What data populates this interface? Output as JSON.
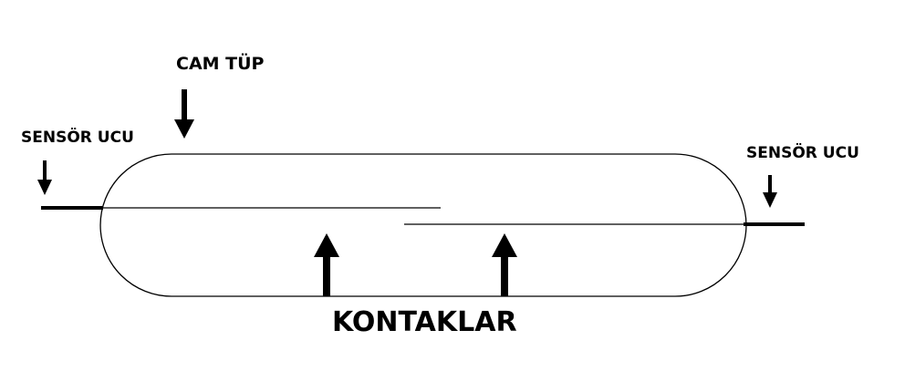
{
  "diagram": {
    "glass_tube_label": "CAM TÜP",
    "sensor_end_left_label": "SENSÖR UCU",
    "sensor_end_right_label": "SENSÖR UCU",
    "contacts_label": "KONTAKLAR"
  },
  "colors": {
    "stroke": "#000000",
    "background": "#ffffff"
  }
}
